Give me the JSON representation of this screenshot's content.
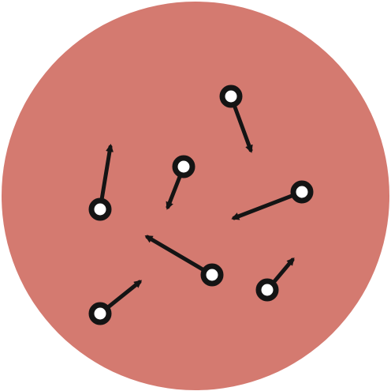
{
  "circle_color": "#d47a70",
  "stroke_color": "#141414",
  "node_fill": "#ffffff",
  "vectors": [
    {
      "id": "v1"
    },
    {
      "id": "v2"
    },
    {
      "id": "v3"
    },
    {
      "id": "v4"
    },
    {
      "id": "v5"
    },
    {
      "id": "v6"
    },
    {
      "id": "v7"
    },
    {
      "id": "v8"
    }
  ]
}
